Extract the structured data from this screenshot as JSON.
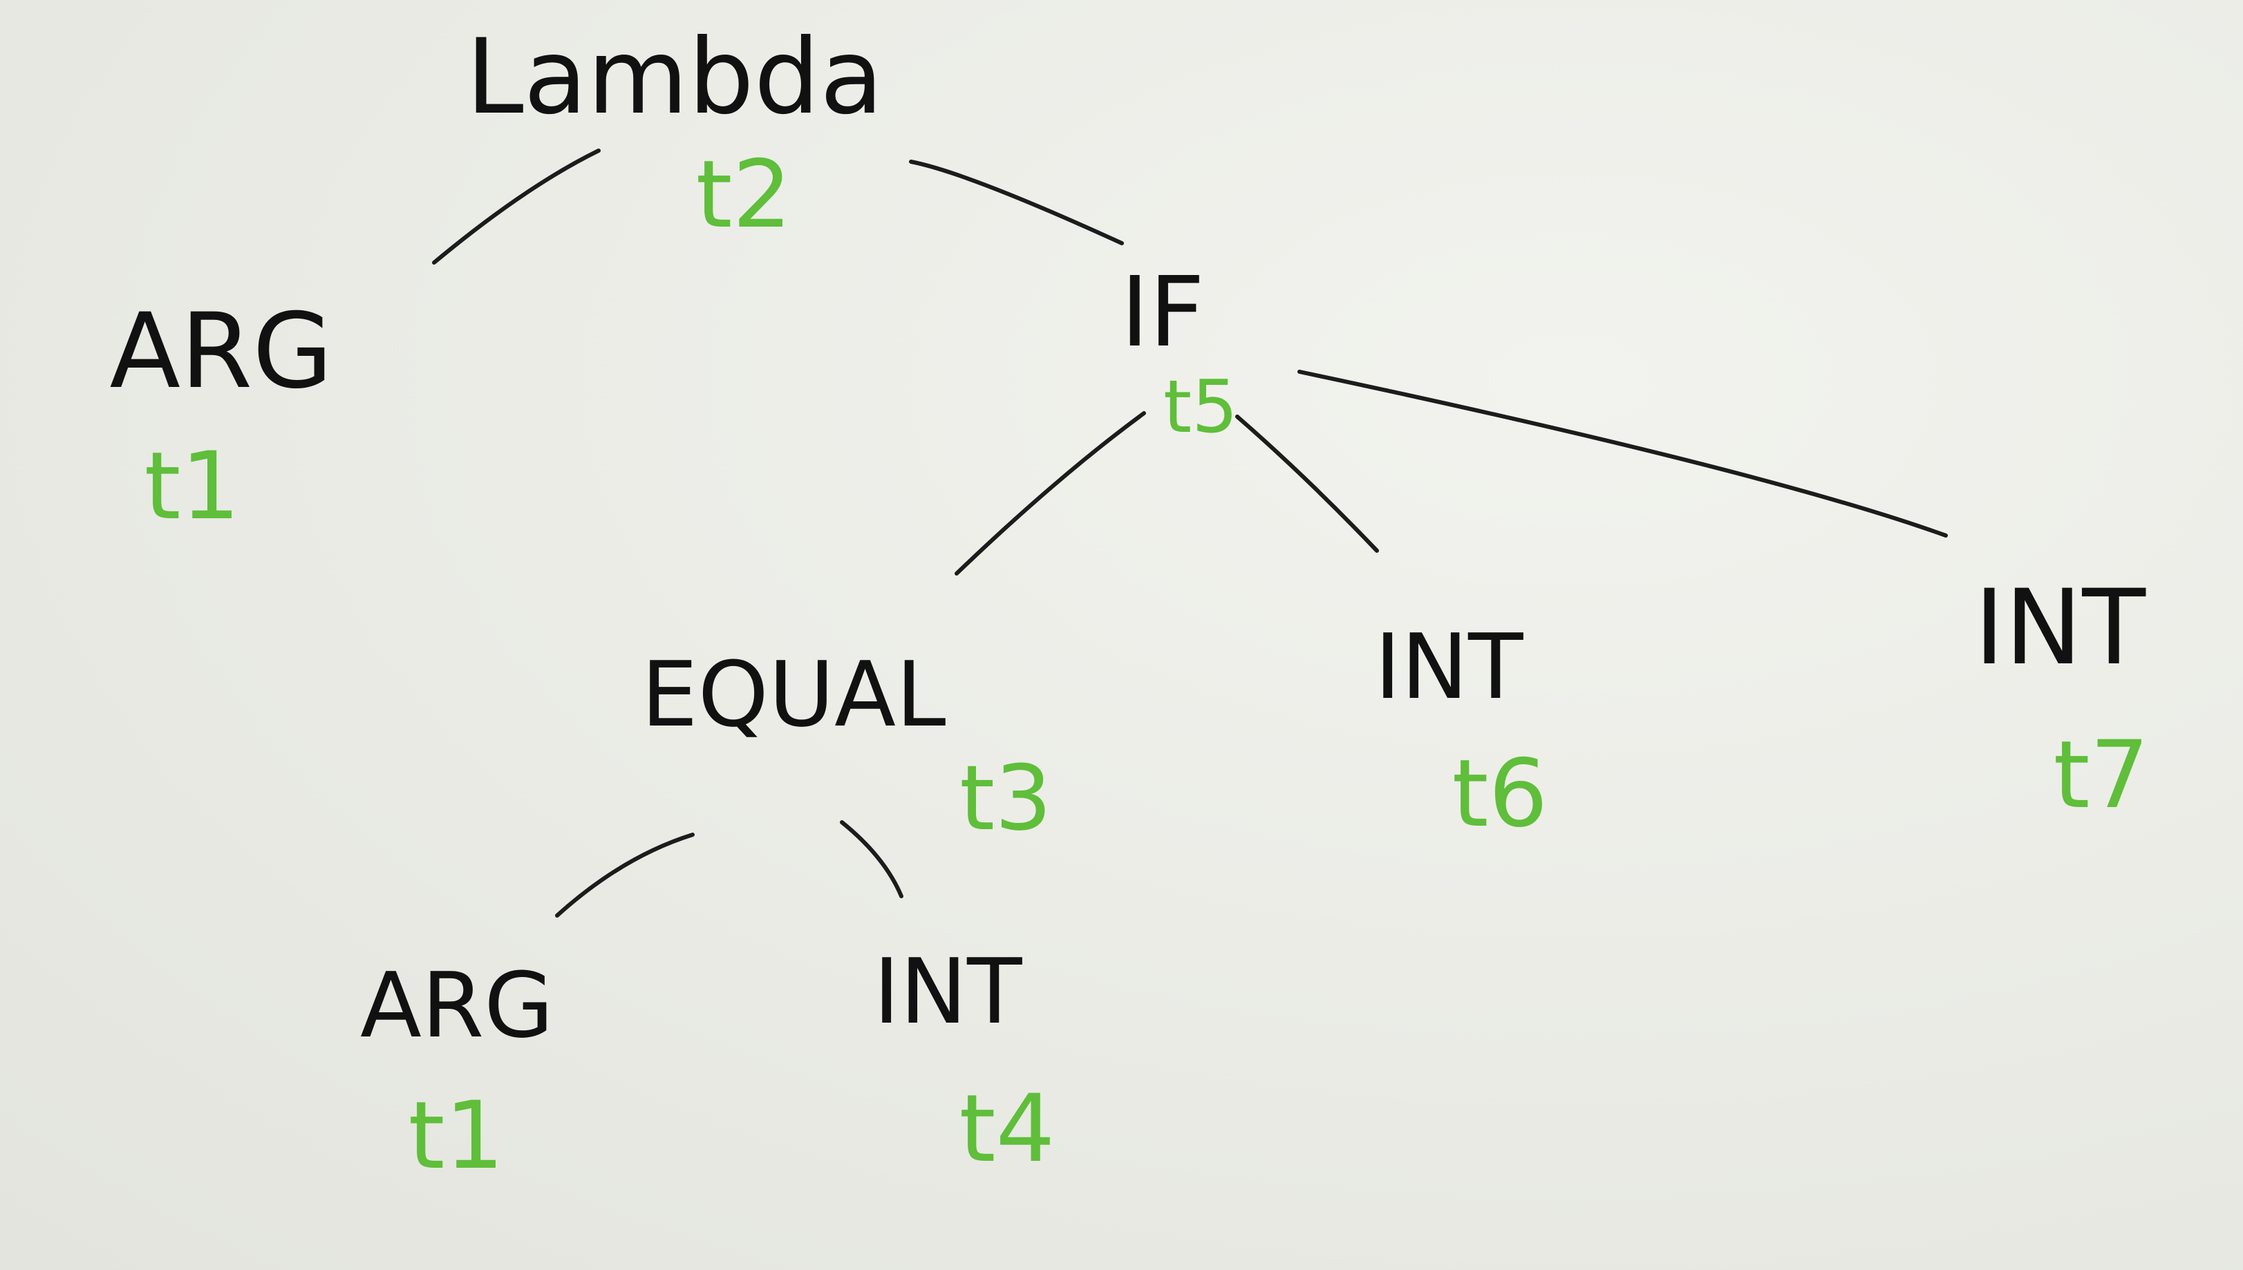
{
  "colors": {
    "board": "#eaebe5",
    "ink": "#111111",
    "type_ink": "#5fbe3a"
  },
  "nodes": {
    "lambda": {
      "label": "Lambda",
      "type": "t2"
    },
    "arg_root": {
      "label": "ARG",
      "type": "t1"
    },
    "if": {
      "label": "IF",
      "type": "t5"
    },
    "equal": {
      "label": "EQUAL",
      "type": "t3"
    },
    "int_then": {
      "label": "INT",
      "type": "t6"
    },
    "int_else": {
      "label": "INT",
      "type": "t7"
    },
    "arg_eq": {
      "label": "ARG",
      "type": "t1"
    },
    "int_eq": {
      "label": "INT",
      "type": "t4"
    }
  }
}
